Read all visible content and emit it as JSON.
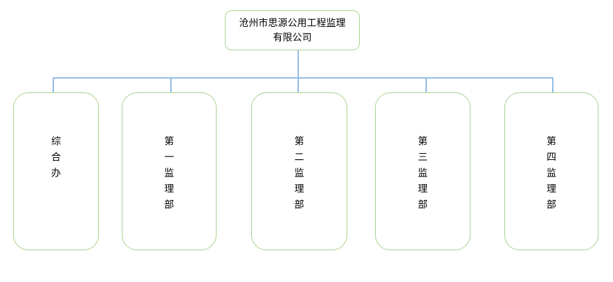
{
  "org_chart": {
    "root": {
      "label": "沧州市思源公用工程监理有限公司"
    },
    "departments": [
      {
        "label": "综合办"
      },
      {
        "label": "第一监理部"
      },
      {
        "label": "第二监理部"
      },
      {
        "label": "第三监理部"
      },
      {
        "label": "第四监理部"
      }
    ],
    "colors": {
      "box_border": "#a9d18e",
      "connector": "#93bce3",
      "text": "#000000",
      "background": "#ffffff"
    }
  }
}
